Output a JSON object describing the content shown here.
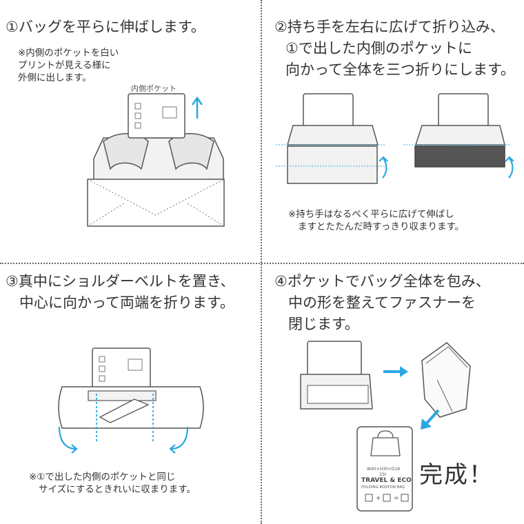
{
  "step1": {
    "title": "①バッグを平らに伸ばします。",
    "note_lines": [
      "※内側のポケットを白い",
      "プリントが見える様に",
      "外側に出します。"
    ],
    "pocket_label": "内側ポケット"
  },
  "step2": {
    "title_lines": [
      "②持ち手を左右に広げて折り込み、",
      "①で出した内側のポケットに",
      "向かって全体を三つ折りにします。"
    ],
    "note_lines": [
      "※持ち手はなるべく平らに広げて伸ばし",
      "ますとたたんだ時すっきり収まります。"
    ]
  },
  "step3": {
    "title_lines": [
      "③真中にショルダーベルトを置き、",
      "中心に向かって両端を折ります。"
    ],
    "note_lines": [
      "※①で出した内側のポケットと同じ",
      "サイズにするときれいに収まります。"
    ]
  },
  "step4": {
    "title_lines": [
      "④ポケットでバッグ全体を包み、",
      "中の形を整えてファスナーを",
      "閉じます。"
    ],
    "complete": "完成！"
  },
  "product_print": {
    "size_code": "W40×H30×D18",
    "size_sub": "33ℓ",
    "brand": "TRAVEL & ECO",
    "subtitle": "FOLDING BOSTON BAG"
  },
  "colors": {
    "line": "#555555",
    "arrow": "#29a8e0",
    "guide": "#29a8e0",
    "bag_fill": "#e6e6e6",
    "dark_fill": "#555555"
  },
  "icons": [
    "arrow-up-icon",
    "curved-arrow-icon",
    "arrow-right-icon",
    "arrow-down-left-icon"
  ]
}
